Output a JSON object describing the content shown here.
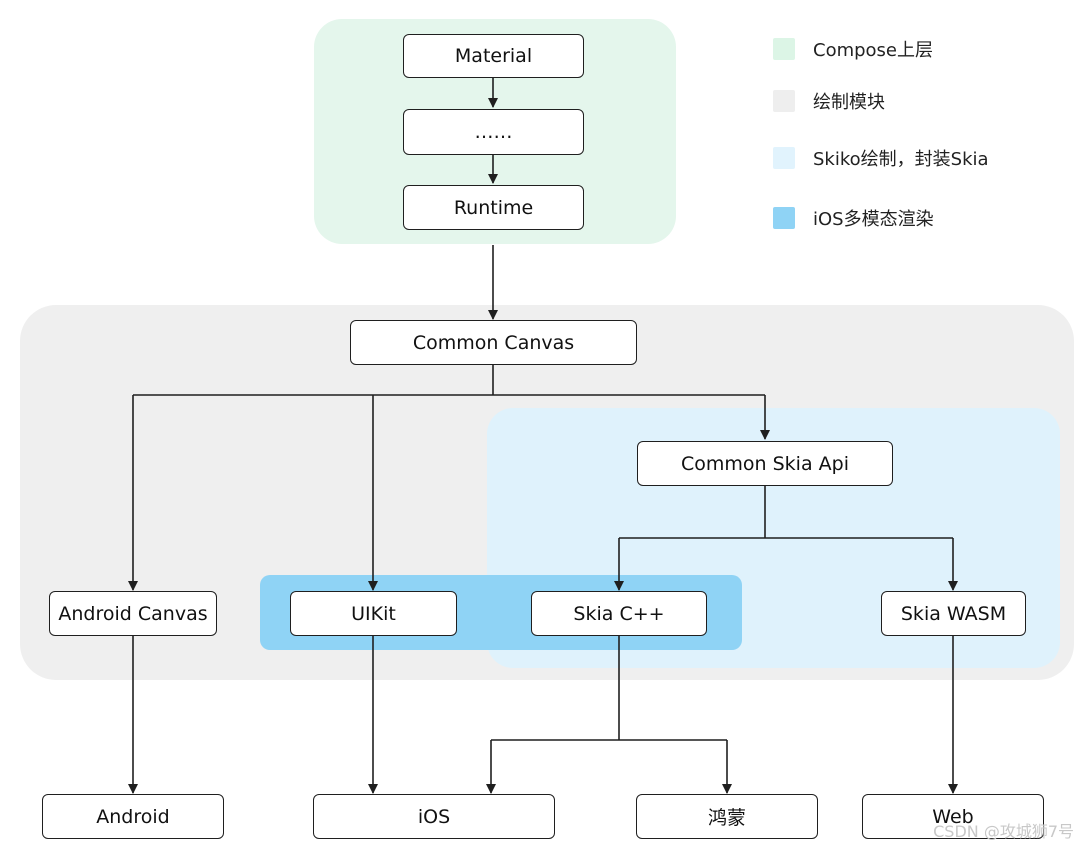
{
  "colors": {
    "compose_region": "#e4f6ec",
    "drawing_region": "#efefef",
    "skiko_region": "#dff2fc",
    "ios_region": "#8fd3f5",
    "stroke": "#1f1f1f"
  },
  "legend": [
    {
      "label": "Compose上层",
      "color": "#dcf5e6"
    },
    {
      "label": "绘制模块",
      "color": "#eeeeee"
    },
    {
      "label": "Skiko绘制，封装Skia",
      "color": "#e1f3fd"
    },
    {
      "label": "iOS多模态渲染",
      "color": "#8fd3f5"
    }
  ],
  "nodes": {
    "material": "Material",
    "ellipsis": "……",
    "runtime": "Runtime",
    "common_canvas": "Common Canvas",
    "common_skia_api": "Common Skia Api",
    "android_canvas": "Android Canvas",
    "uikit": "UIKit",
    "skia_cpp": "Skia C++",
    "skia_wasm": "Skia WASM",
    "android": "Android",
    "ios": "iOS",
    "hongmeng": "鸿蒙",
    "web": "Web"
  },
  "watermark": "CSDN @攻城狮7号"
}
